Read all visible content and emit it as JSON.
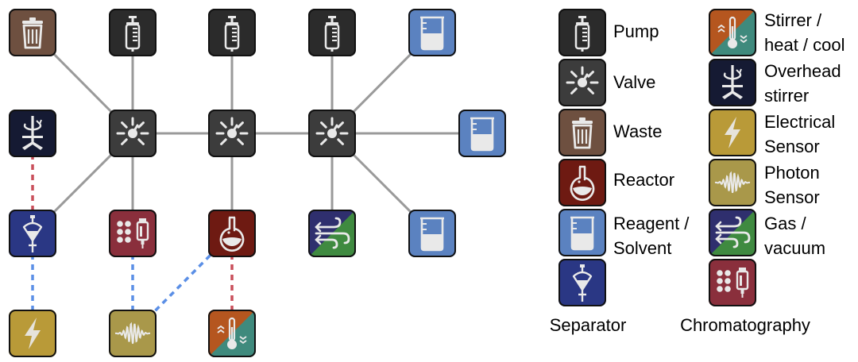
{
  "legend": {
    "pump": "Pump",
    "valve": "Valve",
    "waste": "Waste",
    "reactor": "Reactor",
    "reagent": "Reagent /\nSolvent",
    "separator": "Separator",
    "stirrer": "Stirrer /\nheat / cool",
    "overhead": "Overhead\nstirrer",
    "electrical": "Electrical\nSensor",
    "photon": "Photon\nSensor",
    "gas": "Gas /\nvacuum",
    "chromatography": "Chromatography"
  },
  "colors": {
    "pump": "#2b2b2b",
    "valve": "#3c3c3c",
    "waste": "#6e5040",
    "reactor": "#6e1a12",
    "reagent": "#5b82c0",
    "separator": "#2a3784",
    "stirrer_a": "#b5561f",
    "stirrer_b": "#3f8a7d",
    "overhead": "#151a33",
    "electrical": "#b99a38",
    "photon": "#a9984a",
    "gas_a": "#2f2f6e",
    "gas_b": "#3f8a40",
    "chromatography": "#8a2f3c",
    "edge_gray": "#9a9a9a",
    "link_red": "#c94f5a",
    "link_blue": "#5b8fe6"
  },
  "nodes": [
    {
      "id": "waste1",
      "type": "waste"
    },
    {
      "id": "pump1",
      "type": "pump"
    },
    {
      "id": "pump2",
      "type": "pump"
    },
    {
      "id": "pump3",
      "type": "pump"
    },
    {
      "id": "reagent1",
      "type": "reagent"
    },
    {
      "id": "overhead1",
      "type": "overhead"
    },
    {
      "id": "valve1",
      "type": "valve"
    },
    {
      "id": "valve2",
      "type": "valve"
    },
    {
      "id": "valve3",
      "type": "valve"
    },
    {
      "id": "reagent2",
      "type": "reagent"
    },
    {
      "id": "separator1",
      "type": "separator"
    },
    {
      "id": "chrom1",
      "type": "chromatography"
    },
    {
      "id": "reactor1",
      "type": "reactor"
    },
    {
      "id": "gas1",
      "type": "gas"
    },
    {
      "id": "reagent3",
      "type": "reagent"
    },
    {
      "id": "electrical1",
      "type": "electrical"
    },
    {
      "id": "photon1",
      "type": "photon"
    },
    {
      "id": "stirrer1",
      "type": "stirrer"
    }
  ],
  "edges": [
    {
      "from": "valve1",
      "to": "waste1",
      "style": "tube"
    },
    {
      "from": "valve1",
      "to": "pump1",
      "style": "tube"
    },
    {
      "from": "valve1",
      "to": "valve2",
      "style": "tube"
    },
    {
      "from": "valve1",
      "to": "separator1",
      "style": "tube"
    },
    {
      "from": "valve1",
      "to": "chrom1",
      "style": "tube"
    },
    {
      "from": "valve2",
      "to": "pump2",
      "style": "tube"
    },
    {
      "from": "valve2",
      "to": "valve3",
      "style": "tube"
    },
    {
      "from": "valve2",
      "to": "reactor1",
      "style": "tube"
    },
    {
      "from": "valve3",
      "to": "pump3",
      "style": "tube"
    },
    {
      "from": "valve3",
      "to": "reagent1",
      "style": "tube"
    },
    {
      "from": "valve3",
      "to": "reagent2",
      "style": "tube"
    },
    {
      "from": "valve3",
      "to": "gas1",
      "style": "tube"
    },
    {
      "from": "valve3",
      "to": "reagent3",
      "style": "tube"
    },
    {
      "from": "overhead1",
      "to": "separator1",
      "style": "red"
    },
    {
      "from": "separator1",
      "to": "electrical1",
      "style": "blue"
    },
    {
      "from": "chrom1",
      "to": "photon1",
      "style": "blue"
    },
    {
      "from": "reactor1",
      "to": "photon1",
      "style": "blue"
    },
    {
      "from": "reactor1",
      "to": "stirrer1",
      "style": "red"
    }
  ]
}
